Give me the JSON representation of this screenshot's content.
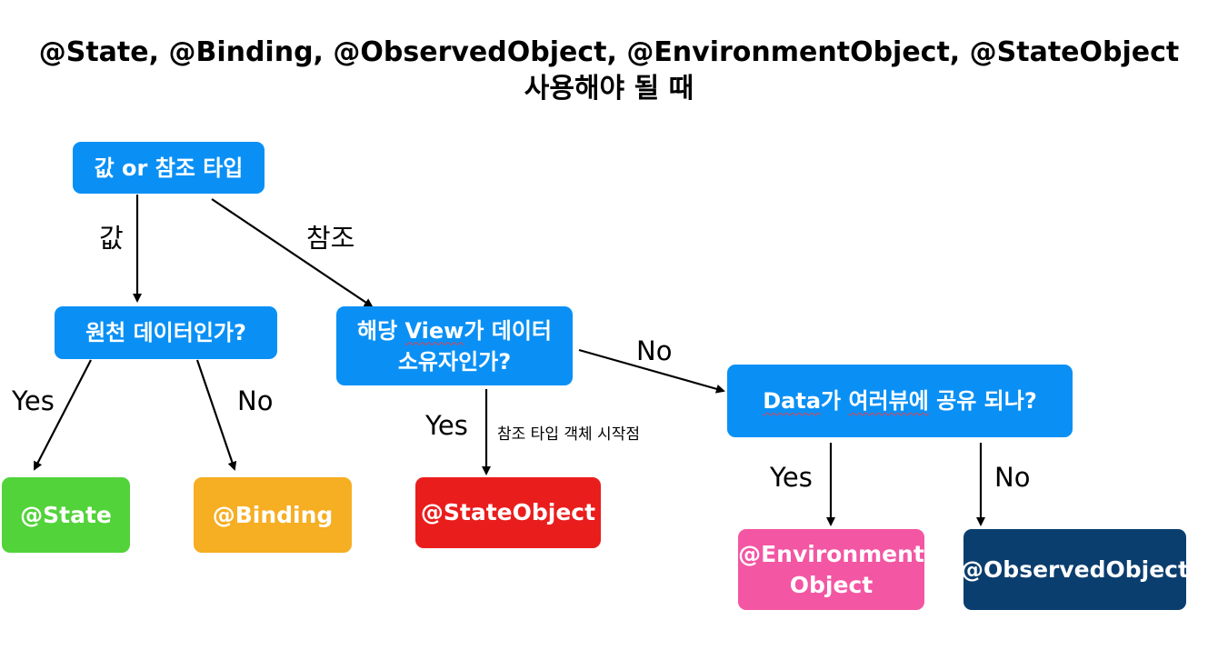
{
  "title": {
    "line1": "@State, @Binding, @ObservedObject, @EnvironmentObject, @StateObject",
    "line2": "사용해야 될 때"
  },
  "nodes": {
    "value_or_reference": "값 or 참조 타입",
    "is_source_data": "원천 데이터인가?",
    "view_owns_data_a": "해당 ",
    "view_owns_data_view": "View",
    "view_owns_data_b": "가 데이터",
    "view_owns_data_c": "소유자인가?",
    "data_shared_data": "Data",
    "data_shared_ga": "가 ",
    "data_shared_views": "여러뷰에",
    "data_shared_rest": " 공유 되나?",
    "state": "@State",
    "binding": "@Binding",
    "state_object": "@StateObject",
    "environment_object_1": "@Environment",
    "environment_object_2": "Object",
    "observed_object": "@ObservedObject"
  },
  "edge_labels": {
    "value": "값",
    "reference": "참조",
    "yes_state": "Yes",
    "no_binding": "No",
    "yes_state_object": "Yes",
    "no_shared": "No",
    "yes_environment": "Yes",
    "no_observed": "No"
  },
  "annotation": "참조 타입 객체 시작점",
  "colors": {
    "question": "#0a90f5",
    "state": "#52d33a",
    "binding": "#f6ae22",
    "state_object": "#ea1d1d",
    "environment_object": "#f356a3",
    "observed_object": "#0a3e6e",
    "arrow": "#000000"
  }
}
